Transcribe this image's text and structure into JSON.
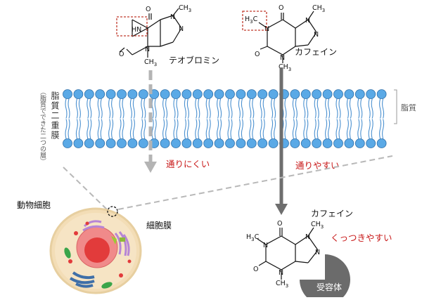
{
  "molecules": {
    "theobromine": {
      "name": "テオブロミン"
    },
    "caffeine_top": {
      "name": "カフェイン"
    },
    "caffeine_bottom": {
      "name": "カフェイン"
    }
  },
  "atoms": {
    "O": "O",
    "N": "N",
    "HN": "HN",
    "CH3": "CH",
    "CH3_sub": "3",
    "H3C_H": "H",
    "H3C_sub": "3",
    "H3C_C": "C"
  },
  "membrane": {
    "title": "脂質二重膜",
    "subtitle": "（脂質でできた二つの層）",
    "side_label": "脂質"
  },
  "permeability": {
    "hard": "通りにくい",
    "easy": "通りやすい"
  },
  "cell": {
    "title": "動物細胞",
    "membrane_label": "細胞膜"
  },
  "receptor": {
    "label": "受容体",
    "binding_text": "くっつきやすい"
  },
  "colors": {
    "lipid_head": "#5aa9e6",
    "lipid_head_stroke": "#2f6fa8",
    "lipid_tail": "#4a90d0",
    "arrow_light": "#b4b4b4",
    "arrow_dark": "#6e6e6e",
    "highlight_box": "#c0392b",
    "red_text": "#c81818",
    "receptor": "#6b6b6b",
    "cell_fill": "#f6e4c4",
    "nucleus": "#e23b3b"
  }
}
